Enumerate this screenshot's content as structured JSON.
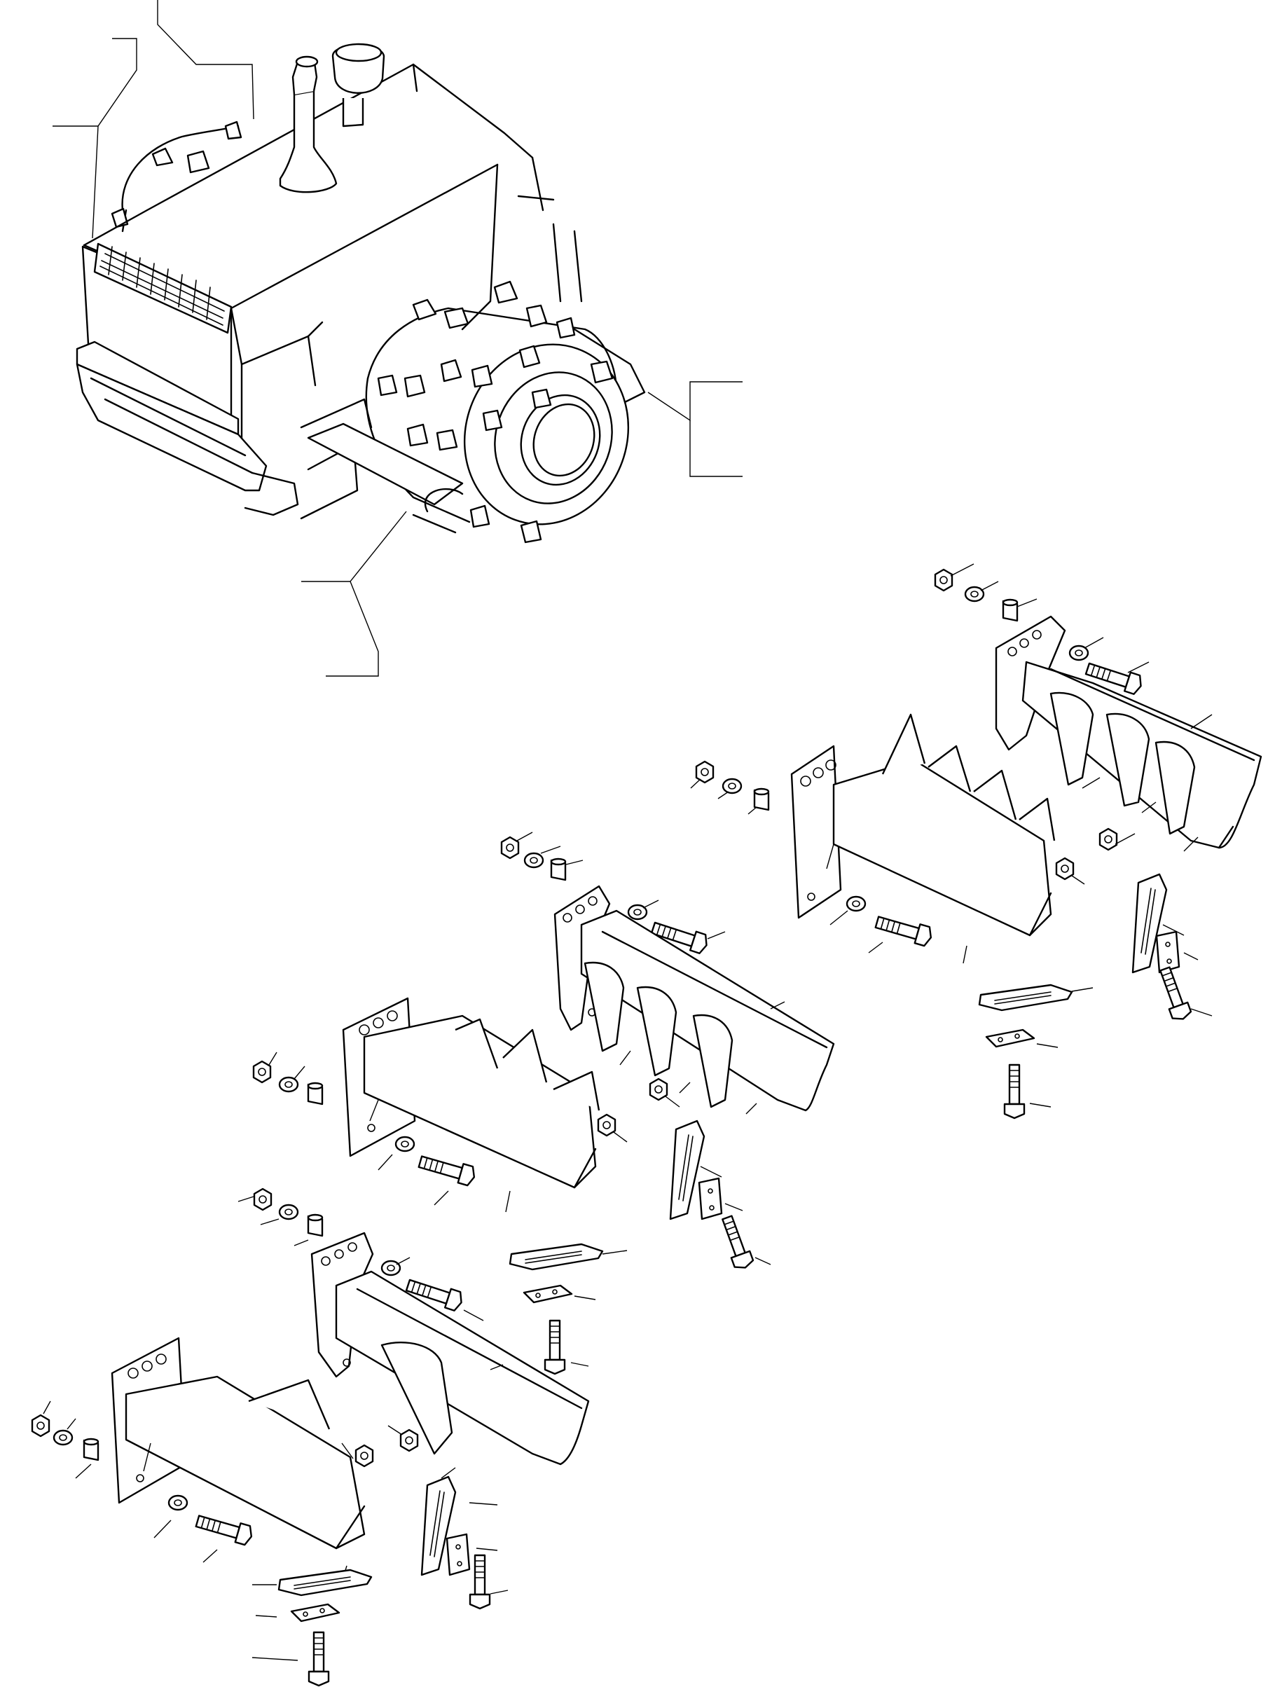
{
  "diagram": {
    "type": "exploded-parts-diagram",
    "main_assembly": "compactor-machine-with-padded-drum",
    "exploded_groups": [
      {
        "id": "scraper-set-top-right",
        "name": "scraper-bar-assembly"
      },
      {
        "id": "scraper-set-middle",
        "name": "scraper-bar-assembly"
      },
      {
        "id": "scraper-set-bottom-left",
        "name": "scraper-bar-assembly"
      }
    ],
    "line_color": "#000000",
    "background_color": "#ffffff",
    "text_labels": []
  }
}
